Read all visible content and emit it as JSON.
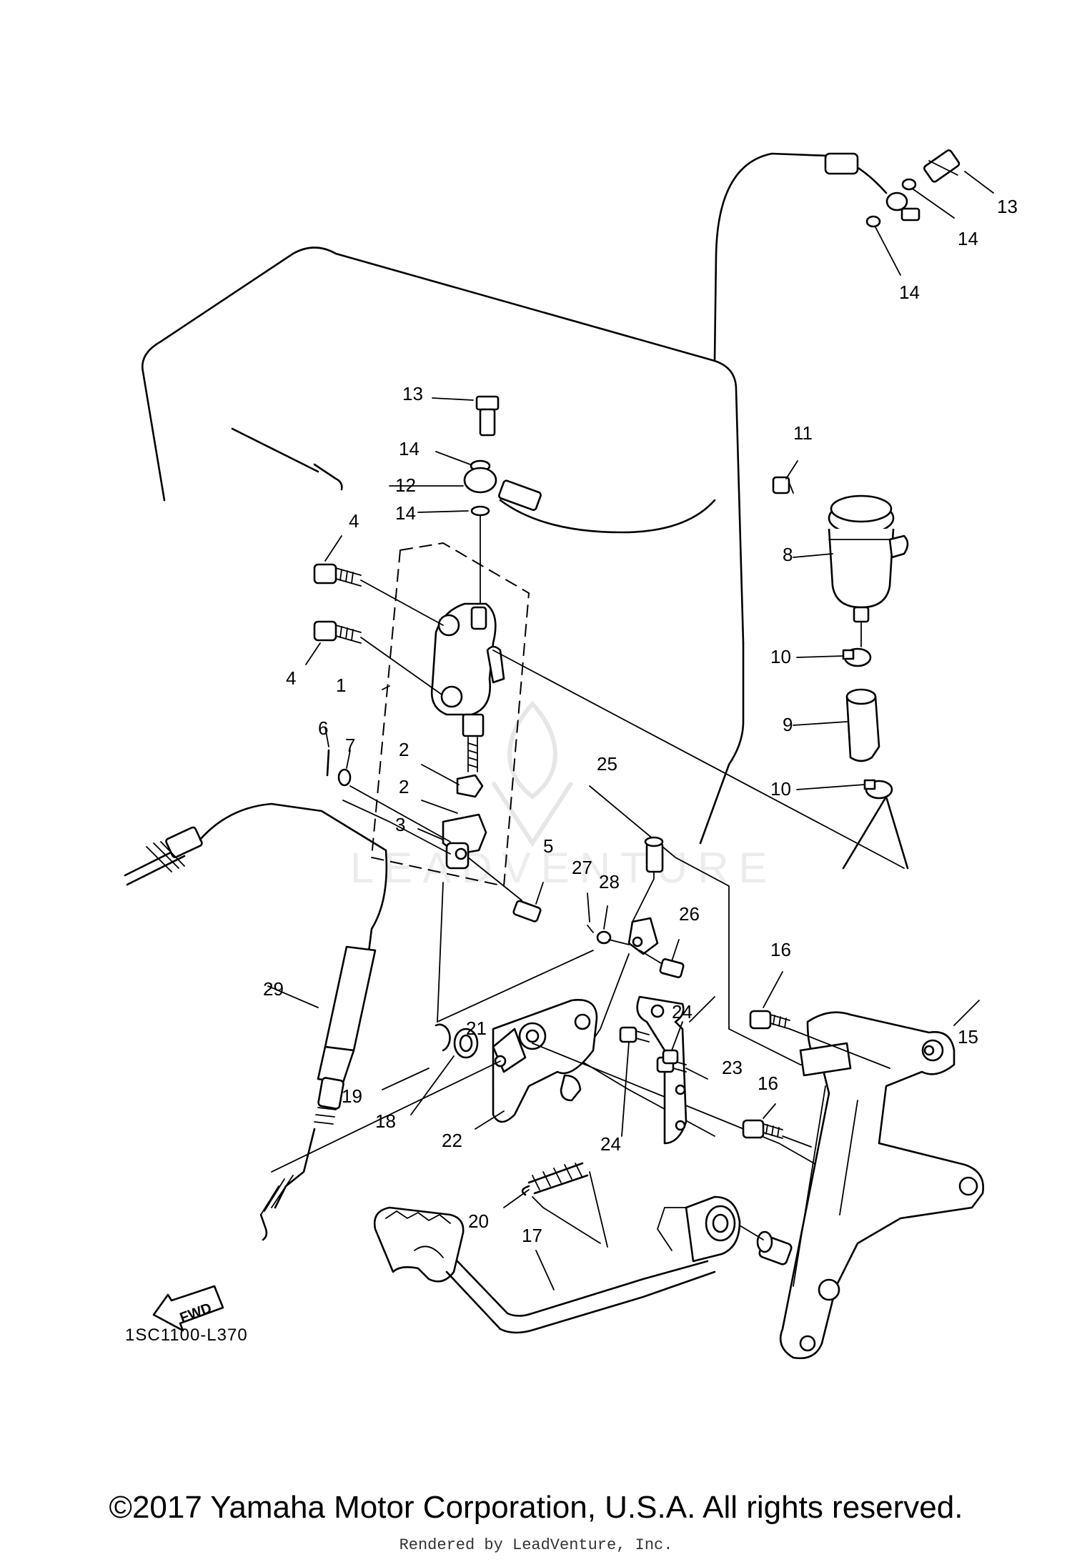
{
  "diagram": {
    "callouts": [
      {
        "id": "c1",
        "text": "1"
      },
      {
        "id": "c2a",
        "text": "2"
      },
      {
        "id": "c2b",
        "text": "2"
      },
      {
        "id": "c3",
        "text": "3"
      },
      {
        "id": "c4a",
        "text": "4"
      },
      {
        "id": "c4b",
        "text": "4"
      },
      {
        "id": "c5",
        "text": "5"
      },
      {
        "id": "c6",
        "text": "6"
      },
      {
        "id": "c7",
        "text": "7"
      },
      {
        "id": "c8",
        "text": "8"
      },
      {
        "id": "c9",
        "text": "9"
      },
      {
        "id": "c10a",
        "text": "10"
      },
      {
        "id": "c10b",
        "text": "10"
      },
      {
        "id": "c11",
        "text": "11"
      },
      {
        "id": "c12",
        "text": "12"
      },
      {
        "id": "c13a",
        "text": "13"
      },
      {
        "id": "c13b",
        "text": "13"
      },
      {
        "id": "c14a",
        "text": "14"
      },
      {
        "id": "c14b",
        "text": "14"
      },
      {
        "id": "c14c",
        "text": "14"
      },
      {
        "id": "c14d",
        "text": "14"
      },
      {
        "id": "c15",
        "text": "15"
      },
      {
        "id": "c16a",
        "text": "16"
      },
      {
        "id": "c16b",
        "text": "16"
      },
      {
        "id": "c17",
        "text": "17"
      },
      {
        "id": "c18",
        "text": "18"
      },
      {
        "id": "c19",
        "text": "19"
      },
      {
        "id": "c20",
        "text": "20"
      },
      {
        "id": "c21",
        "text": "21"
      },
      {
        "id": "c22",
        "text": "22"
      },
      {
        "id": "c23",
        "text": "23"
      },
      {
        "id": "c24a",
        "text": "24"
      },
      {
        "id": "c24b",
        "text": "24"
      },
      {
        "id": "c25",
        "text": "25"
      },
      {
        "id": "c26",
        "text": "26"
      },
      {
        "id": "c27",
        "text": "27"
      },
      {
        "id": "c28",
        "text": "28"
      },
      {
        "id": "c29",
        "text": "29"
      }
    ],
    "fwd_label": "FWD",
    "watermark_text": "LEADVENTURE"
  },
  "footer": {
    "diagram_code": "1SC1100-L370",
    "copyright": "©2017 Yamaha Motor Corporation, U.S.A. All rights reserved.",
    "rendered_by": "Rendered by LeadVenture, Inc."
  }
}
